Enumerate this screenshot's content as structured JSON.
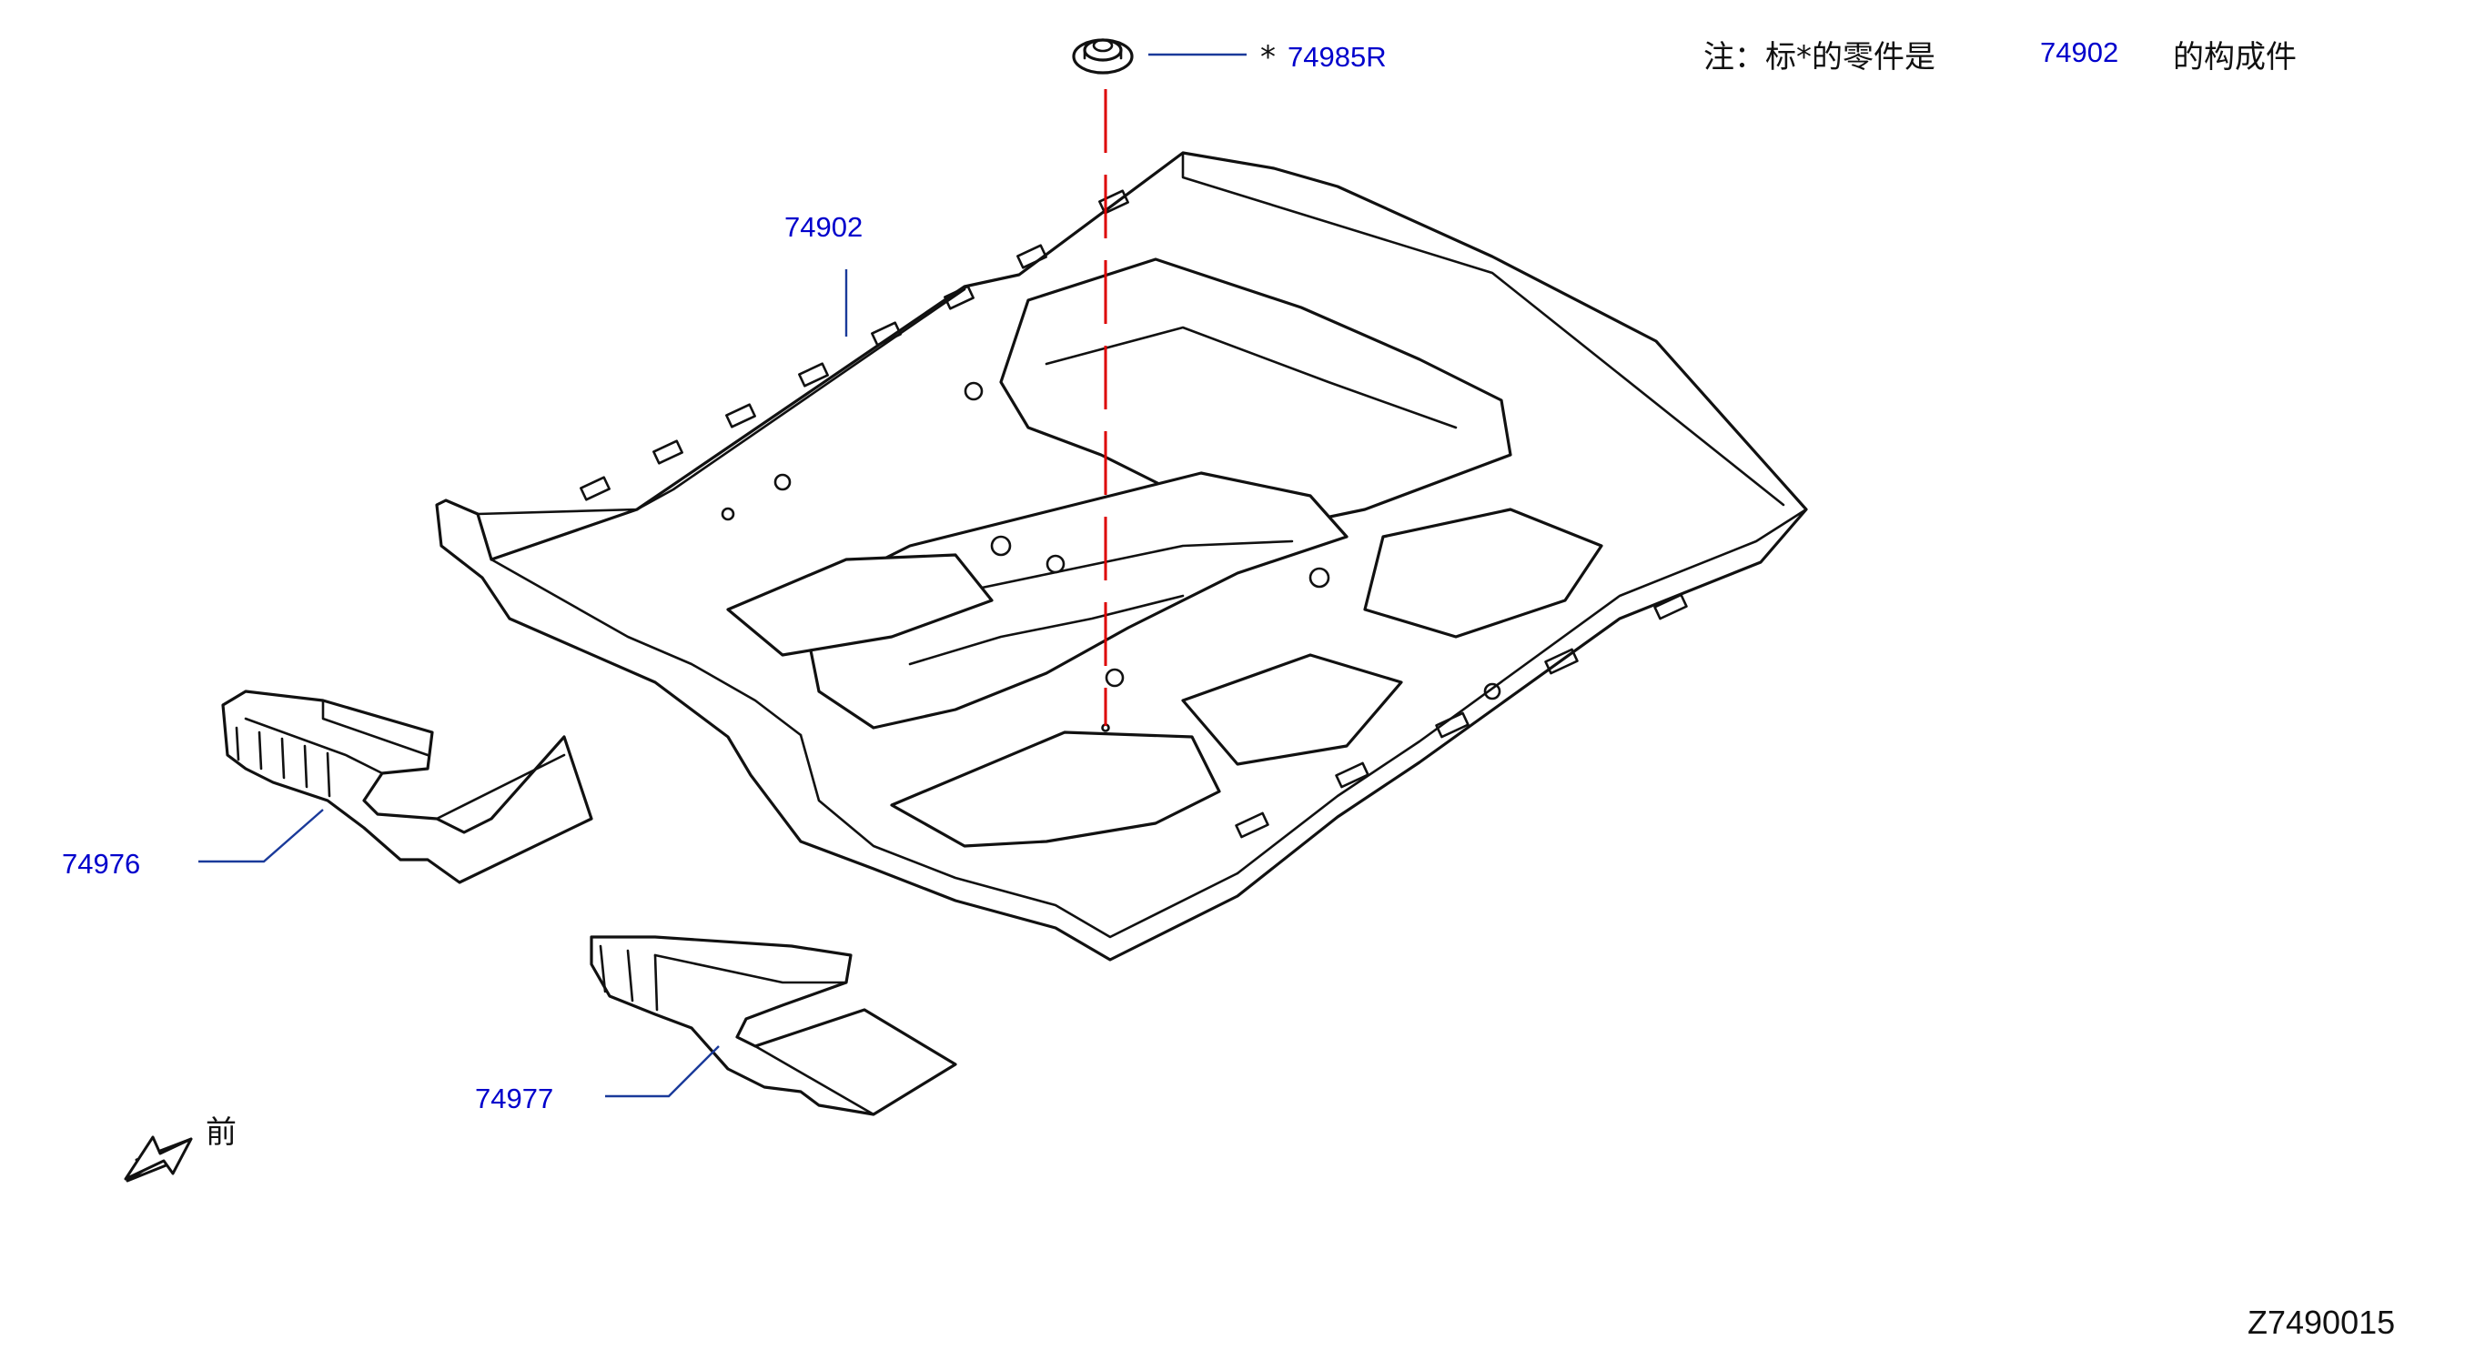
{
  "note": {
    "prefix": "注：标*的零件是",
    "part": "74902",
    "suffix": "的构成件"
  },
  "callouts": {
    "grommet": {
      "marker": "*",
      "part": "74985R"
    },
    "floor_carpet": {
      "part": "74902"
    },
    "front_mat": {
      "part": "74976"
    },
    "rear_mat": {
      "part": "74977"
    }
  },
  "direction": {
    "label": "前"
  },
  "diagram_code": "Z7490015",
  "colors": {
    "leader": "#1a3a9a",
    "label": "#0000cc",
    "centerline": "#dd0000",
    "outline": "#111111"
  }
}
